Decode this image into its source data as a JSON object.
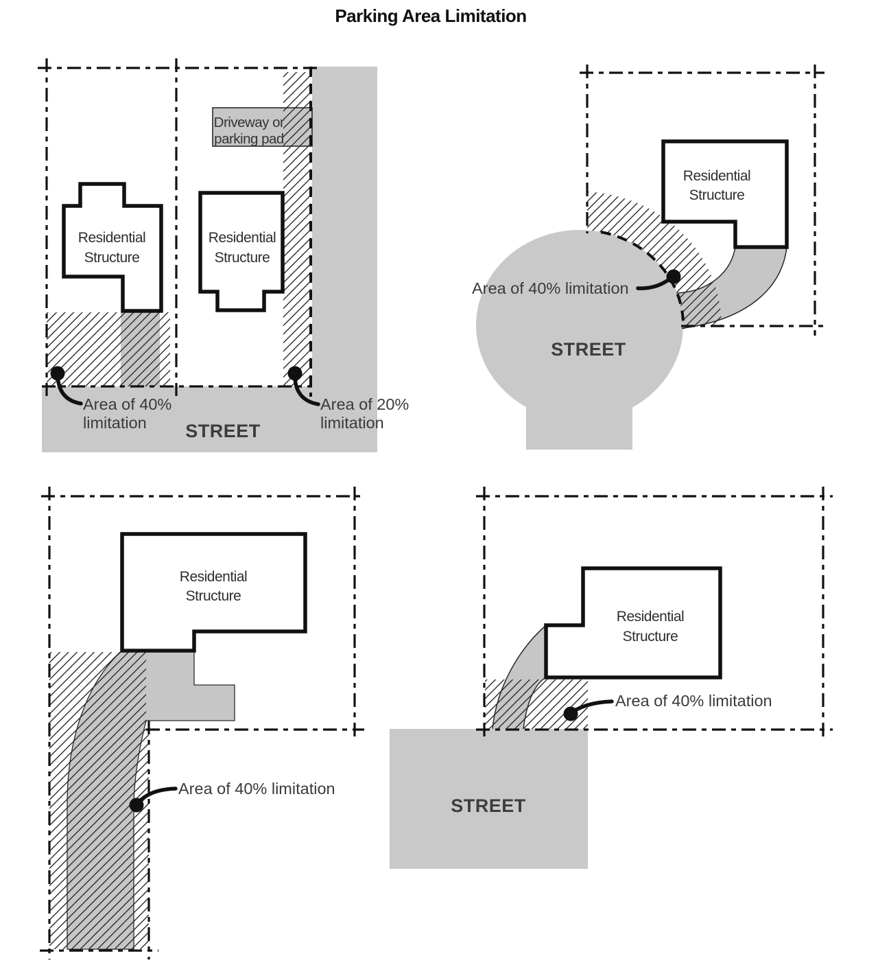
{
  "title": "Parking Area Limitation",
  "colors": {
    "street_fill": "#c9c9c9",
    "driveway_fill": "#c6c6c6",
    "house_fill": "#ffffff",
    "hatch_stroke": "#1a1a1a"
  },
  "labels": {
    "street": "STREET",
    "residential": {
      "line1": "Residential",
      "line2": "Structure"
    },
    "driveway_pad": {
      "line1": "Driveway or",
      "line2": "parking pad"
    },
    "limit_40": {
      "line1": "Area of 40%",
      "line2": "limitation",
      "inline": "Area of 40% limitation"
    },
    "limit_20": {
      "line1": "Area of 20%",
      "line2": "limitation"
    }
  }
}
